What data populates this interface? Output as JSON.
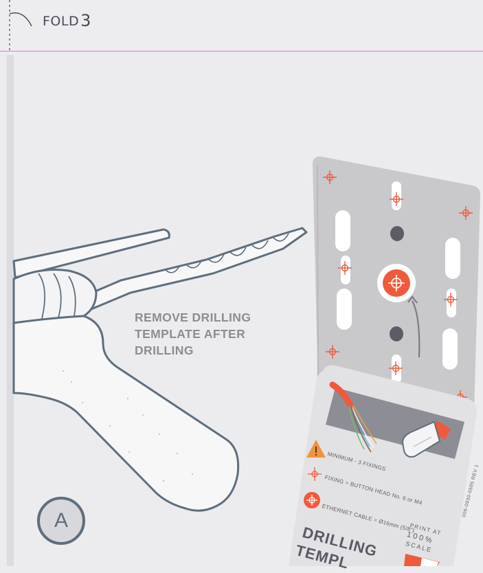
{
  "header": {
    "fold_label": "FOLD",
    "fold_number": "3"
  },
  "caption": {
    "line1": "REMOVE DRILLING",
    "line2": "TEMPLATE AFTER",
    "line3": "DRILLING"
  },
  "badge": {
    "letter": "A"
  },
  "template_card": {
    "legend_min_fixings": "MINIMUM - 3 FIXINGS",
    "legend_fixing": "FIXING = BUTTON HEAD No. 6 or M4",
    "legend_ethernet": "ETHERNET CABLE = Ø16mm (5/8\")",
    "print_at": "PRINT AT",
    "print_percent": "100%",
    "print_scale": "SCALE",
    "doc_code": "006-0930-0585 REV 1",
    "title_line1": "DRILLING",
    "title_line2": "TEMPL"
  },
  "colors": {
    "accent": "#f05a3c",
    "guide_line": "#f064f0",
    "outline": "#5e6e7e",
    "plate": "#c9c9cc",
    "background": "#ececee"
  }
}
